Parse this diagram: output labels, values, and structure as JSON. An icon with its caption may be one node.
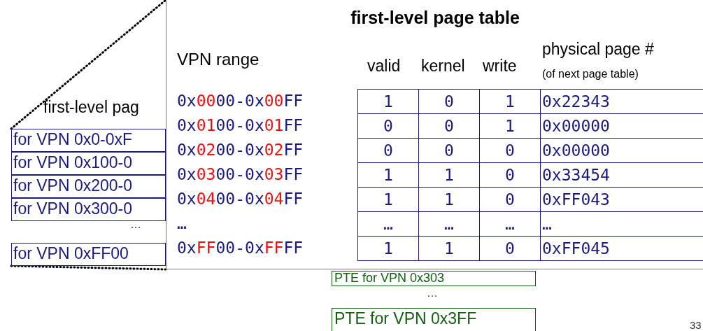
{
  "diagram": {
    "nodes": [
      {
        "text": [
          "first-level page table"
        ]
      },
      {
        "text": [
          "for VPN 0x0-0xF"
        ]
      },
      {
        "text": [
          "for VPN 0x100-0"
        ]
      },
      {
        "text": [
          "for VPN 0x200-0"
        ]
      },
      {
        "text": [
          "for VPN 0x300-0"
        ]
      },
      {
        "text": [
          "for VPN 0xFF00"
        ]
      },
      {
        "text": [
          "PTE for VPN 0x303"
        ]
      },
      {
        "text": [
          "PTE for VPN 0x3FF"
        ]
      }
    ],
    "edges": [
      {
        "from": 1,
        "to": 0,
        "arrow": "none",
        "style": "dashed"
      },
      {
        "from": 5,
        "to": 0,
        "arrow": "none",
        "style": "dashed"
      }
    ],
    "labels": [
      "first-level pag",
      "VPN range",
      "valid",
      "kernel",
      "write",
      "physical page #",
      "(of next page table)",
      "0x0000-0x00FF",
      "1",
      "0",
      "1",
      "0x22343",
      "0x0100-0x01FF",
      "0",
      "0",
      "1",
      "0x00000",
      "0x0200-0x02FF",
      "0",
      "0",
      "0",
      "0x00000",
      "0x0300-0x03FF",
      "1",
      "1",
      "0",
      "0x33454",
      "0x0400-0x04FF",
      "1",
      "1",
      "0",
      "0xFF043",
      "…",
      "…",
      "…",
      "…",
      "…",
      "0xFF00-0xFFFF",
      "1",
      "1",
      "0",
      "0xFF045",
      "…",
      "…",
      "33"
    ]
  }
}
